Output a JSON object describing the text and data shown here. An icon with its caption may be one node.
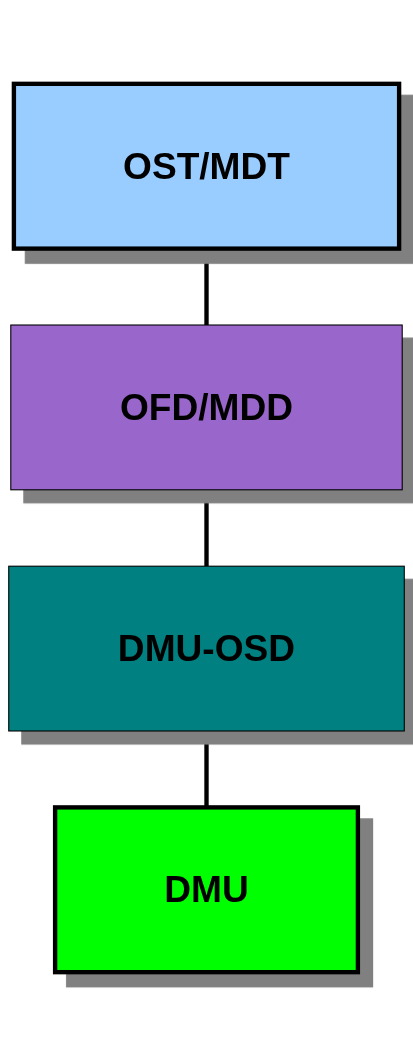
{
  "diagram": {
    "nodes": [
      {
        "text": [
          "OST/MDT"
        ]
      },
      {
        "text": [
          "OFD/MDD"
        ]
      },
      {
        "text": [
          "DMU-OSD"
        ]
      },
      {
        "text": [
          "DMU"
        ]
      }
    ],
    "edges": [
      {
        "from": 0,
        "to": 1,
        "arrow": "none"
      },
      {
        "from": 1,
        "to": 2,
        "arrow": "none"
      },
      {
        "from": 2,
        "to": 3,
        "arrow": "none"
      }
    ]
  }
}
